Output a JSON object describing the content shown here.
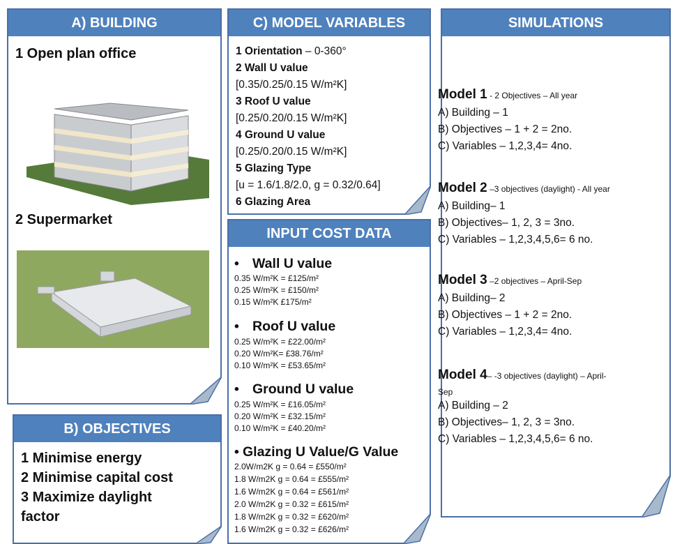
{
  "building": {
    "header": "A) BUILDING",
    "item1": "1 Open plan office",
    "item2": "2 Supermarket"
  },
  "objectives": {
    "header": "B) OBJECTIVES",
    "items": [
      "1 Minimise energy",
      "2 Minimise capital cost",
      "3 Maximize daylight",
      "factor"
    ]
  },
  "model_variables": {
    "header": "C) MODEL VARIABLES",
    "orientation_label": "1 Orientation",
    "orientation_value": " – 0-360°",
    "wall_label": "2 Wall U value",
    "wall_value": "[0.35/0.25/0.15 W/m²K]",
    "roof_label": "3 Roof U value",
    "roof_value": "[0.25/0.20/0.15 W/m²K]",
    "ground_label": "4 Ground U value",
    "ground_value": "[0.25/0.20/0.15 W/m²K]",
    "glazing_type_label": "5 Glazing Type",
    "glazing_type_value": "[u = 1.6/1.8/2.0, g = 0.32/0.64]",
    "glazing_area_label": "6 Glazing Area"
  },
  "input_cost": {
    "header": "INPUT COST DATA",
    "wall_heading": "Wall U value",
    "wall_items": [
      "0.35 W/m²K = £125/m²",
      "0.25 W/m²K = £150/m²",
      "0.15 W/m²K £175/m²"
    ],
    "roof_heading": "Roof U value",
    "roof_items": [
      "0.25 W/m²K = £22.00/m²",
      "0.20 W/m²K= £38.76/m²",
      "0.10 W/m²K = £53.65/m²"
    ],
    "ground_heading": "Ground U value",
    "ground_items": [
      "0.25 W/m²K = £16.05/m²",
      "0.20 W/m²K = £32.15/m²",
      "0.10 W/m²K = £40.20/m²"
    ],
    "glazing_heading": "Glazing U Value/G Value",
    "glazing_items": [
      "2.0W/m2K g = 0.64 = £550/m²",
      "1.8 W/m2K g = 0.64 = £555/m²",
      "1.6 W/m2K g = 0.64 = £561/m²",
      "2.0 W/m2K g = 0.32 = £615/m²",
      "1.8 W/m2K g = 0.32 = £620/m²",
      "1.6 W/m2K g = 0.32 = £626/m²"
    ]
  },
  "simulations": {
    "header": "SIMULATIONS",
    "models": [
      {
        "title": "Model 1",
        "subtitle": " - 2 Objectives – All year",
        "subtitle2": "",
        "lines": [
          "A) Building – 1",
          "B) Objectives – 1 + 2 = 2no.",
          "C) Variables – 1,2,3,4= 4no."
        ]
      },
      {
        "title": "Model 2",
        "subtitle": " –3 objectives (daylight) -  All year",
        "subtitle2": "",
        "lines": [
          "A) Building– 1",
          "B) Objectives– 1, 2, 3 = 3no.",
          "C) Variables – 1,2,3,4,5,6= 6 no."
        ]
      },
      {
        "title": "Model 3",
        "subtitle": " –2 objectives – April-Sep",
        "subtitle2": "",
        "lines": [
          "A) Building– 2",
          "B) Objectives – 1 + 2 = 2no.",
          "C) Variables – 1,2,3,4= 4no."
        ]
      },
      {
        "title": "Model 4",
        "subtitle": "– -3 objectives (daylight) – April-",
        "subtitle2": "Sep",
        "lines": [
          "A) Building – 2",
          "B) Objectives– 1, 2, 3 = 3no.",
          "C) Variables – 1,2,3,4,5,6= 6 no."
        ]
      }
    ]
  },
  "colors": {
    "header_blue": "#4f81bd",
    "border_blue": "#4a6fa5",
    "fold_grey": "#a9b9cc"
  }
}
